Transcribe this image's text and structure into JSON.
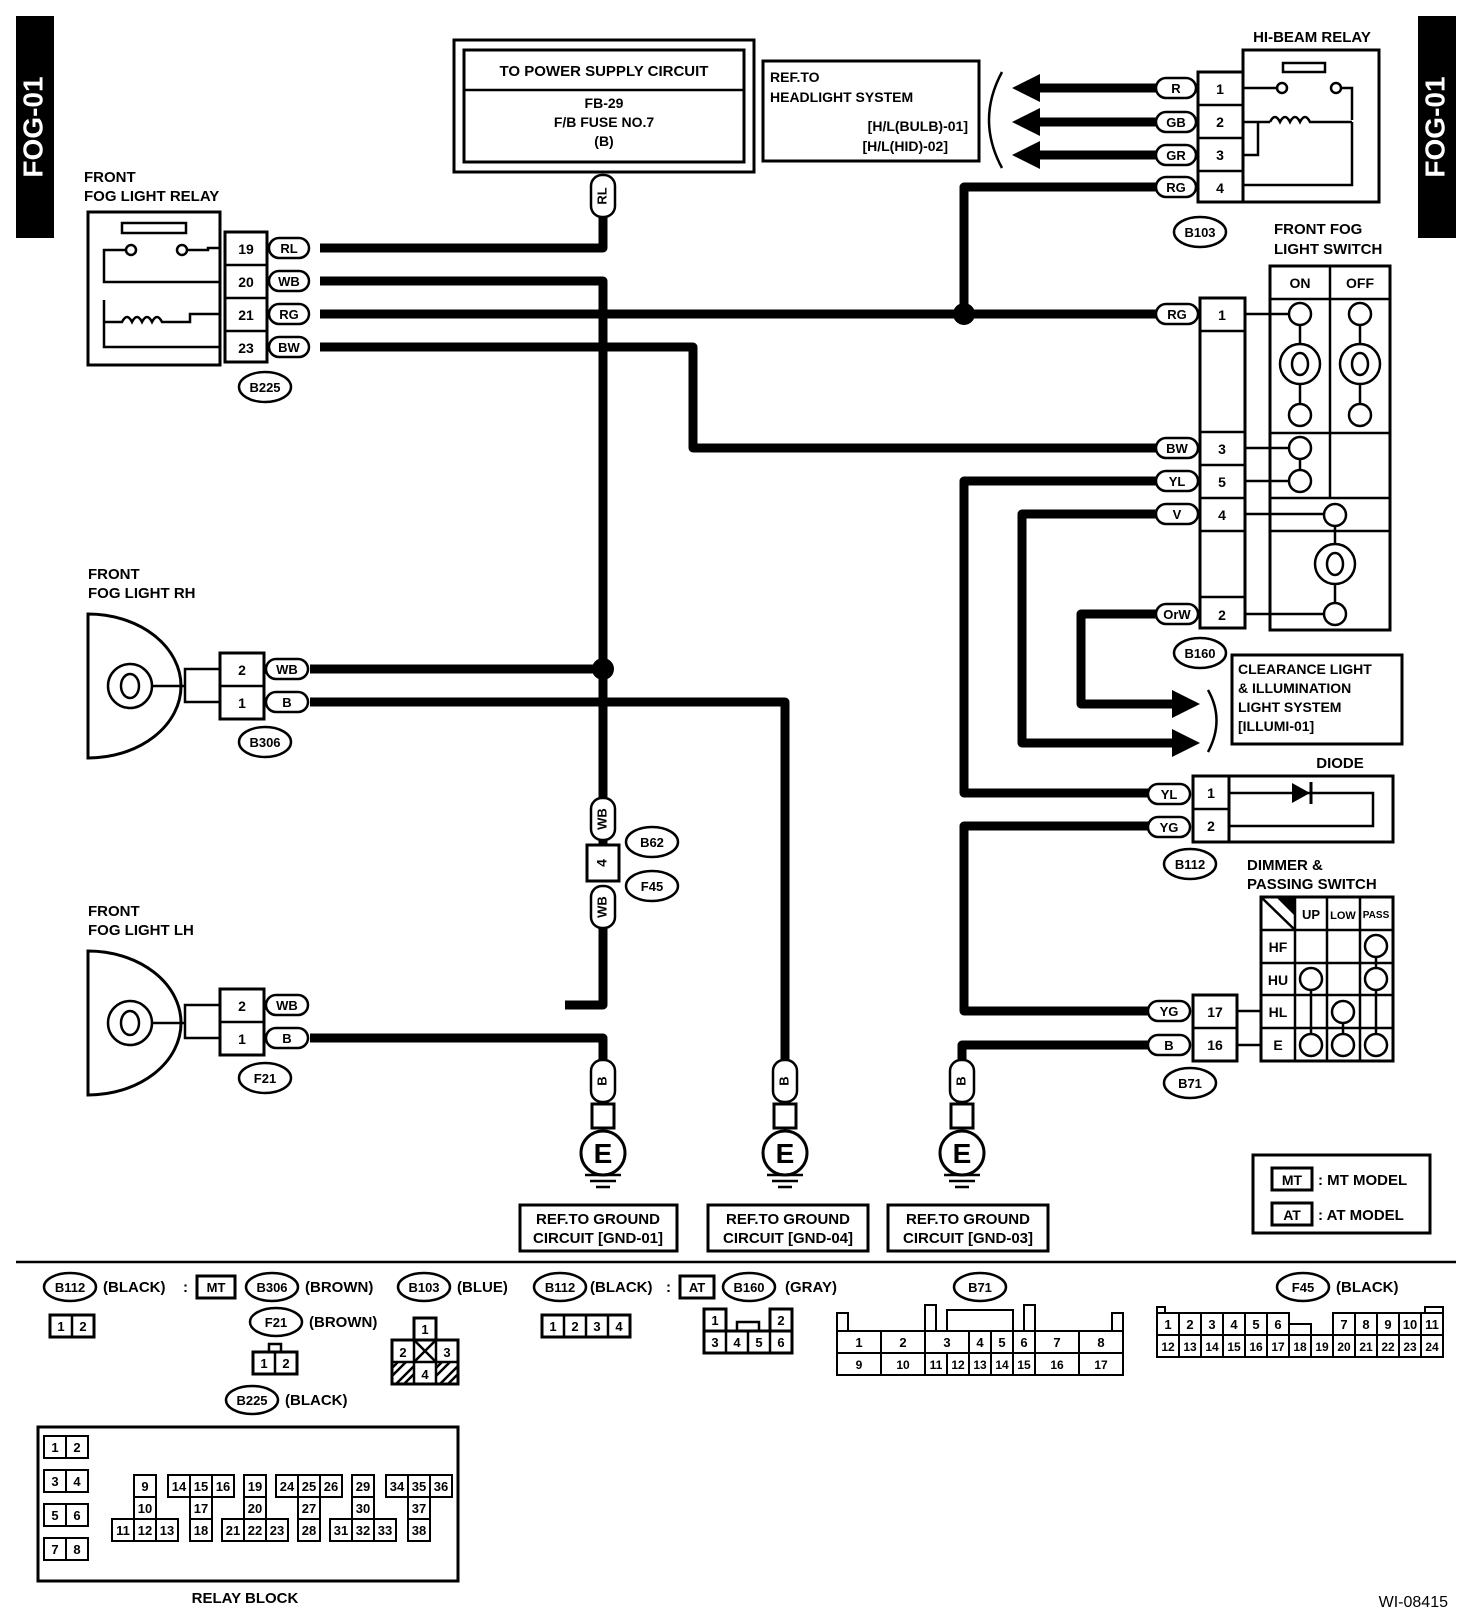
{
  "tabs": {
    "left": "FOG-01",
    "right": "FOG-01"
  },
  "power_box": {
    "header": "TO POWER SUPPLY CIRCUIT",
    "line1": "FB-29",
    "line2": "F/B FUSE NO.7",
    "line3": "(B)"
  },
  "headlight_ref": {
    "line1": "REF.TO",
    "line2": "HEADLIGHT SYSTEM",
    "line3": "[H/L(BULB)-01]",
    "line4": "[H/L(HID)-02]"
  },
  "hibeam_relay": {
    "title": "HI-BEAM RELAY",
    "connector": "B103",
    "pins": [
      {
        "n": "1",
        "w": "R"
      },
      {
        "n": "2",
        "w": "GB"
      },
      {
        "n": "3",
        "w": "GR"
      },
      {
        "n": "4",
        "w": "RG"
      }
    ]
  },
  "fog_relay": {
    "title1": "FRONT",
    "title2": "FOG LIGHT RELAY",
    "connector": "B225",
    "pins": [
      {
        "n": "19",
        "w": "RL"
      },
      {
        "n": "20",
        "w": "WB"
      },
      {
        "n": "21",
        "w": "RG"
      },
      {
        "n": "23",
        "w": "BW"
      }
    ]
  },
  "rl_wire": "RL",
  "fog_switch": {
    "title1": "FRONT FOG",
    "title2": "LIGHT SWITCH",
    "on": "ON",
    "off": "OFF",
    "connector": "B160",
    "pins": [
      {
        "n": "1",
        "w": "RG"
      },
      {
        "n": "3",
        "w": "BW"
      },
      {
        "n": "5",
        "w": "YL"
      },
      {
        "n": "4",
        "w": "V"
      },
      {
        "n": "2",
        "w": "OrW"
      }
    ]
  },
  "clearance_ref": {
    "line1": "CLEARANCE LIGHT",
    "line2": "& ILLUMINATION",
    "line3": "LIGHT SYSTEM",
    "line4": "[ILLUMI-01]"
  },
  "diode": {
    "title": "DIODE",
    "connector": "B112",
    "pins": [
      {
        "n": "1",
        "w": "YL"
      },
      {
        "n": "2",
        "w": "YG"
      }
    ]
  },
  "fog_rh": {
    "title1": "FRONT",
    "title2": "FOG LIGHT RH",
    "connector": "B306",
    "pins": [
      {
        "n": "2",
        "w": "WB"
      },
      {
        "n": "1",
        "w": "B"
      }
    ]
  },
  "fog_lh": {
    "title1": "FRONT",
    "title2": "FOG LIGHT LH",
    "connector": "F21",
    "pins": [
      {
        "n": "2",
        "w": "WB"
      },
      {
        "n": "1",
        "w": "B"
      }
    ]
  },
  "joint": {
    "wire_top": "WB",
    "pin": "4",
    "wire_bottom": "WB",
    "conn1": "B62",
    "conn2": "F45"
  },
  "dimmer": {
    "title1": "DIMMER &",
    "title2": "PASSING SWITCH",
    "cols": [
      "UP",
      "LOW",
      "PASS"
    ],
    "rows": [
      "HF",
      "HU",
      "HL",
      "E"
    ],
    "connector": "B71",
    "pins": [
      {
        "n": "17",
        "w": "YG"
      },
      {
        "n": "16",
        "w": "B"
      }
    ]
  },
  "grounds": [
    {
      "wire": "B",
      "symbol": "E",
      "line1": "REF.TO GROUND",
      "line2": "CIRCUIT [GND-01]"
    },
    {
      "wire": "B",
      "symbol": "E",
      "line1": "REF.TO GROUND",
      "line2": "CIRCUIT [GND-04]"
    },
    {
      "wire": "B",
      "symbol": "E",
      "line1": "REF.TO GROUND",
      "line2": "CIRCUIT [GND-03]"
    }
  ],
  "legend": [
    {
      "tag": "MT",
      "text": ": MT MODEL"
    },
    {
      "tag": "AT",
      "text": ": AT MODEL"
    }
  ],
  "connectors": {
    "b112_mt": {
      "name": "B112",
      "color": "(BLACK)",
      "sep": ":",
      "model": "MT",
      "cells": [
        "1",
        "2"
      ]
    },
    "b306": {
      "name": "B306",
      "color": "(BROWN)"
    },
    "b103": {
      "name": "B103",
      "color": "(BLUE)",
      "cells": [
        "1",
        "2",
        "3",
        "4"
      ]
    },
    "f21": {
      "name": "F21",
      "color": "(BROWN)",
      "cells": [
        "1",
        "2"
      ]
    },
    "b225": {
      "name": "B225",
      "color": "(BLACK)"
    },
    "b112_at": {
      "name": "B112",
      "color": "(BLACK)",
      "sep": ":",
      "model": "AT",
      "cells": [
        "1",
        "2",
        "3",
        "4"
      ]
    },
    "b160": {
      "name": "B160",
      "color": "(GRAY)",
      "top": [
        "1",
        "2"
      ],
      "bottom": [
        "3",
        "4",
        "5",
        "6"
      ]
    },
    "b71": {
      "name": "B71",
      "top": [
        "1",
        "2",
        "3",
        "4",
        "5",
        "6",
        "7",
        "8"
      ],
      "bottom": [
        "9",
        "10",
        "11",
        "12",
        "13",
        "14",
        "15",
        "16",
        "17"
      ]
    },
    "f45": {
      "name": "F45",
      "color": "(BLACK)",
      "top": [
        "1",
        "2",
        "3",
        "4",
        "5",
        "6",
        "7",
        "8",
        "9",
        "10",
        "11"
      ],
      "bottom": [
        "12",
        "13",
        "14",
        "15",
        "16",
        "17",
        "18",
        "19",
        "20",
        "21",
        "22",
        "23",
        "24"
      ]
    },
    "relay_block": {
      "label": "RELAY BLOCK",
      "left": [
        "1",
        "2",
        "3",
        "4",
        "5",
        "6",
        "7",
        "8"
      ],
      "r1": [
        "9",
        "14",
        "15",
        "16",
        "19",
        "24",
        "25",
        "26",
        "29",
        "34",
        "35",
        "36"
      ],
      "r2": [
        "10",
        "17",
        "20",
        "27",
        "30",
        "37"
      ],
      "r3": [
        "11",
        "12",
        "13",
        "18",
        "21",
        "22",
        "23",
        "28",
        "31",
        "32",
        "33",
        "38"
      ]
    }
  },
  "figure_id": "WI-08415"
}
